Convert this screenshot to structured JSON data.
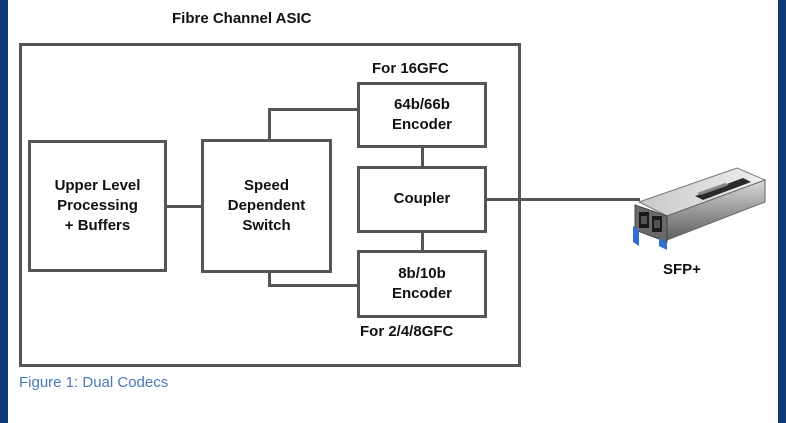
{
  "diagram": {
    "asic_title": "Fibre Channel ASIC",
    "upper_level_box": "Upper Level\nProcessing\n+ Buffers",
    "speed_switch_box": "Speed\nDependent\nSwitch",
    "encoder_64b_box": "64b/66b\nEncoder",
    "coupler_box": "Coupler",
    "encoder_8b_box": "8b/10b\nEncoder",
    "label_16gfc": "For 16GFC",
    "label_248gfc": "For 2/4/8GFC",
    "sfp_label": "SFP+"
  },
  "caption": "Figure 1:  Dual Codecs",
  "colors": {
    "frame_background": "#0e3a74",
    "line_color": "#555555",
    "caption_color": "#4a78b8"
  },
  "icons": {
    "sfp_module": "sfp-transceiver-photo"
  }
}
